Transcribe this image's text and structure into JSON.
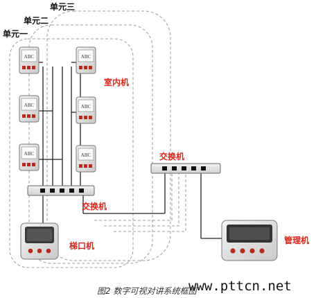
{
  "units": [
    "单元三",
    "单元二",
    "单元一"
  ],
  "indoor_label": "室内机",
  "indoor_screen_text": "ABC",
  "switch_local_label": "交换机",
  "switch_main_label": "交换机",
  "door_unit_label": "梯口机",
  "manager_label": "管理机",
  "caption": "图2 数字可视对讲系统框图",
  "website": "www.pttcn.net",
  "colors": {
    "red": "#d8261c",
    "line": "#222222",
    "dash": "#9a9a9a",
    "ember": "#b5291f"
  }
}
